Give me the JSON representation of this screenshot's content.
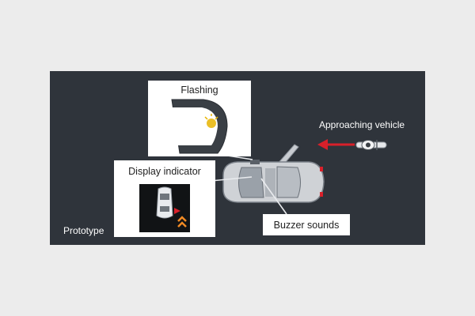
{
  "labels": {
    "flashing": "Flashing",
    "display_indicator": "Display indicator",
    "approaching_vehicle": "Approaching vehicle",
    "buzzer_sounds": "Buzzer sounds",
    "prototype": "Prototype"
  },
  "colors": {
    "background": "#ececec",
    "panel": "#2f343b",
    "callout_box": "#ffffff",
    "warning_arrow": "#d8202a",
    "indicator_orange": "#f08a24",
    "indicator_amber": "#e8b400"
  },
  "icons": {
    "car": "car-top-view-icon",
    "motorcycle": "motorcycle-icon",
    "mirror": "side-mirror-icon"
  }
}
